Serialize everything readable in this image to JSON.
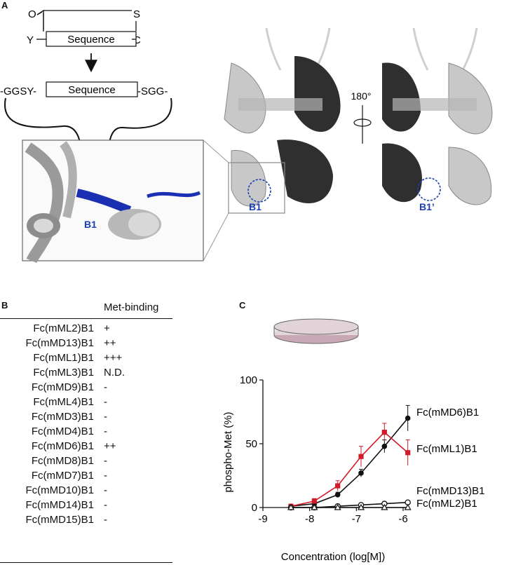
{
  "panel_a": {
    "label": "A",
    "scheme": {
      "top_left_o": "O",
      "top_right_s": "S",
      "left_y": "Y",
      "right_c": "C",
      "box1": "Sequence",
      "left_linker": "-GGSY-",
      "box2": "Sequence",
      "right_linker": "-SGG-"
    },
    "rotation_label": "180°",
    "site_label_left": "B1",
    "site_label_right": "B1’",
    "inset_label": "B1"
  },
  "panel_b": {
    "label": "B",
    "column_header": "Met-binding",
    "rows": [
      {
        "name": "Fc(mML2)B1",
        "value": "+"
      },
      {
        "name": "Fc(mMD13)B1",
        "value": "++"
      },
      {
        "name": "Fc(mML1)B1",
        "value": "+++"
      },
      {
        "name": "Fc(mML3)B1",
        "value": "N.D."
      },
      {
        "name": "Fc(mMD9)B1",
        "value": "-"
      },
      {
        "name": "Fc(mML4)B1",
        "value": "-"
      },
      {
        "name": "Fc(mMD3)B1",
        "value": "-"
      },
      {
        "name": "Fc(mMD4)B1",
        "value": "-"
      },
      {
        "name": "Fc(mMD6)B1",
        "value": "++"
      },
      {
        "name": "Fc(mMD8)B1",
        "value": "-"
      },
      {
        "name": "Fc(mMD7)B1",
        "value": "-"
      },
      {
        "name": "Fc(mMD10)B1",
        "value": "-"
      },
      {
        "name": "Fc(mMD14)B1",
        "value": "-"
      },
      {
        "name": "Fc(mMD15)B1",
        "value": "-"
      }
    ]
  },
  "panel_c": {
    "label": "C"
  },
  "chart_data": {
    "type": "line",
    "xlabel": "Concentration (log[M])",
    "ylabel": "phospho-Met (%)",
    "xlim": [
      -9,
      -6
    ],
    "ylim": [
      0,
      100
    ],
    "xticks": [
      -9,
      -8,
      -7,
      -6
    ],
    "yticks": [
      0,
      50,
      100
    ],
    "grid": false,
    "series": [
      {
        "name": "Fc(mMD6)B1",
        "color": "#111111",
        "marker": "circle",
        "x": [
          -8.4,
          -7.9,
          -7.4,
          -6.9,
          -6.4,
          -5.9
        ],
        "y": [
          1,
          3,
          10,
          27,
          48,
          70
        ],
        "err": [
          1,
          2,
          2,
          3,
          5,
          10
        ]
      },
      {
        "name": "Fc(mML1)B1",
        "color": "#d11a2a",
        "marker": "square",
        "x": [
          -8.4,
          -7.9,
          -7.4,
          -6.9,
          -6.4,
          -5.9
        ],
        "y": [
          1,
          5,
          17,
          40,
          59,
          43
        ],
        "err": [
          1,
          2,
          4,
          8,
          7,
          10
        ]
      },
      {
        "name": "Fc(mMD13)B1",
        "color": "#111111",
        "marker": "open-circle",
        "x": [
          -8.4,
          -7.9,
          -7.4,
          -6.9,
          -6.4,
          -5.9
        ],
        "y": [
          0,
          0,
          1,
          2,
          3,
          4
        ],
        "err": [
          1,
          1,
          1,
          1,
          1,
          1
        ]
      },
      {
        "name": "Fc(mML2)B1",
        "color": "#111111",
        "marker": "open-triangle",
        "x": [
          -8.4,
          -7.9,
          -7.4,
          -6.9,
          -6.4,
          -5.9
        ],
        "y": [
          0,
          0,
          0,
          0,
          0,
          0
        ],
        "err": [
          0,
          0,
          0,
          0,
          0,
          0
        ]
      }
    ]
  }
}
